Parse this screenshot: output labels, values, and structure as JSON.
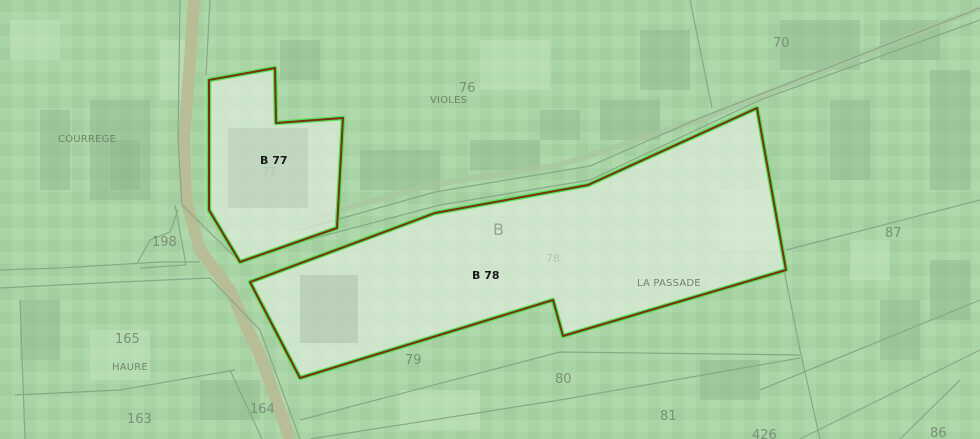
{
  "map": {
    "section_letter": "B",
    "selected_parcels": [
      {
        "id": "B 77",
        "ghost_number": "77"
      },
      {
        "id": "B 78",
        "ghost_number": "78"
      }
    ],
    "parcel_numbers": {
      "p70": "70",
      "p76": "76",
      "p87": "87",
      "p198": "198",
      "p165": "165",
      "p163": "163",
      "p164": "164",
      "p79": "79",
      "p80": "80",
      "p81": "81",
      "p426": "426",
      "p86": "86"
    },
    "place_names": {
      "courrege": "COURREGE",
      "violes": "VIOLES",
      "la_passade": "LA PASSADE",
      "haure": "HAURE"
    },
    "colors": {
      "background": "#a9d4a6",
      "parcel_line": "#87a887",
      "selection_fill": "#dcecd9",
      "selection_outline": "#7a2f12",
      "selection_glow": "#52e052",
      "road": "#b9ba95"
    }
  }
}
